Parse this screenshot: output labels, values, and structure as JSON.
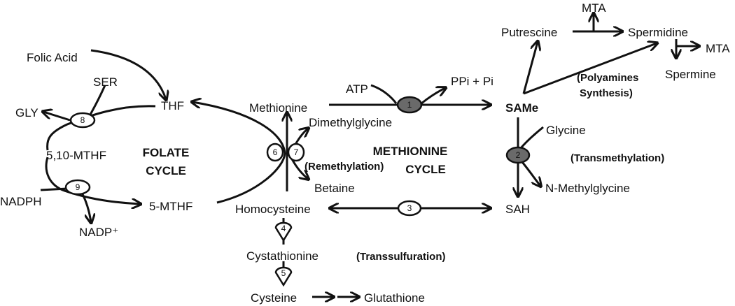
{
  "labels": {
    "folic_acid": "Folic Acid",
    "ser": "SER",
    "thf": "THF",
    "gly": "GLY",
    "mthf_5_10": "5,10-MTHF",
    "nadph": "NADPH",
    "mthf_5": "5-MTHF",
    "nadp": "NADP⁺",
    "methionine": "Methionine",
    "dimethylglycine": "Dimethylglycine",
    "betaine": "Betaine",
    "homocysteine": "Homocysteine",
    "cystathionine": "Cystathionine",
    "cysteine": "Cysteine",
    "glutathione": "Glutathione",
    "atp": "ATP",
    "ppi_pi": "PPi + Pi",
    "same": "SAMe",
    "glycine": "Glycine",
    "n_methylglycine": "N-Methylglycine",
    "sah": "SAH",
    "putrescine": "Putrescine",
    "mta_top": "MTA",
    "spermidine": "Spermidine",
    "mta_right": "MTA",
    "spermine": "Spermine"
  },
  "cycles": {
    "folate_line1": "FOLATE",
    "folate_line2": "CYCLE",
    "methionine_line1": "METHIONINE",
    "methionine_line2": "CYCLE"
  },
  "processes": {
    "remethylation": "(Remethylation)",
    "transmethylation": "(Transmethylation)",
    "transsulfuration": "(Transsulfuration)",
    "polyamines_line1": "(Polyamines",
    "polyamines_line2": "Synthesis)"
  },
  "enzymes": [
    "1",
    "2",
    "3",
    "4",
    "5",
    "6",
    "7",
    "8",
    "9"
  ]
}
